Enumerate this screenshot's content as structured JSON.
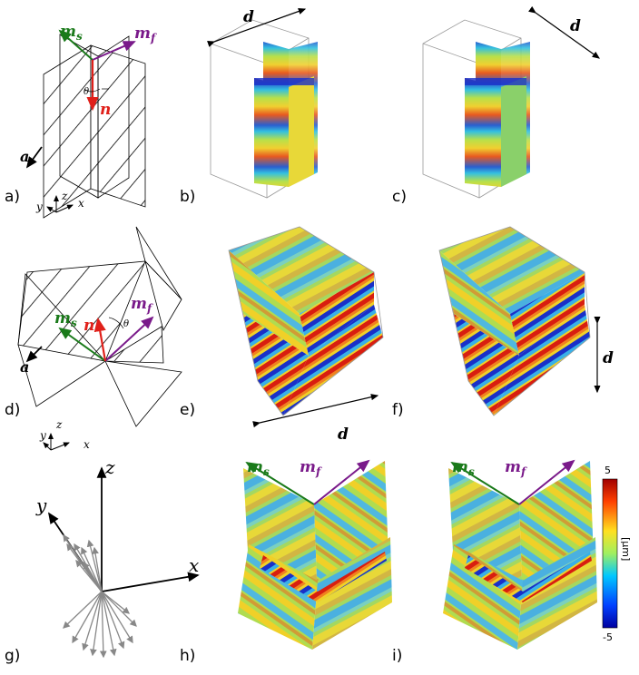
{
  "panels": {
    "a": "a)",
    "b": "b)",
    "c": "c)",
    "d": "d)",
    "e": "e)",
    "f": "f)",
    "g": "g)",
    "h": "h)",
    "i": "i)"
  },
  "vectors": {
    "ms": "m",
    "ms_sub": "s",
    "mf": "m",
    "mf_sub": "f",
    "n": "n",
    "a": "a",
    "theta": "θ",
    "d": "d"
  },
  "axes": {
    "x": "x",
    "y": "y",
    "z": "z"
  },
  "colorbar": {
    "max": "5",
    "min": "-5",
    "unit": "[µm]"
  },
  "colors": {
    "ms": "#1a7a1a",
    "mf": "#7a1a8a",
    "n": "#e0201a"
  }
}
